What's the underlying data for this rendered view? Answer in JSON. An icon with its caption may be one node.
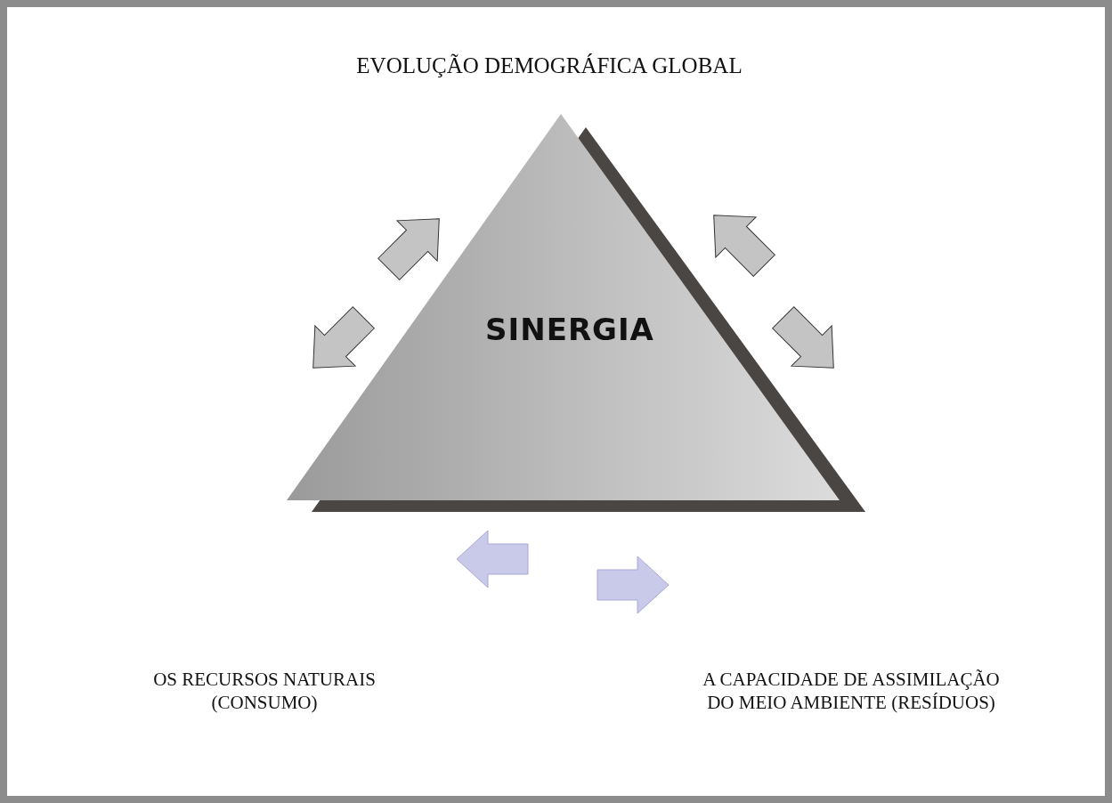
{
  "diagram": {
    "nodes": [
      {
        "text": [
          "SINERGIA"
        ]
      }
    ],
    "labels": [
      "EVOLUÇÃO DEMOGRÁFICA GLOBAL",
      "OS RECURSOS NATURAIS (CONSUMO)",
      "A CAPACIDADE DE ASSIMILAÇÃO DO MEIO AMBIENTE (RESÍDUOS)"
    ]
  }
}
